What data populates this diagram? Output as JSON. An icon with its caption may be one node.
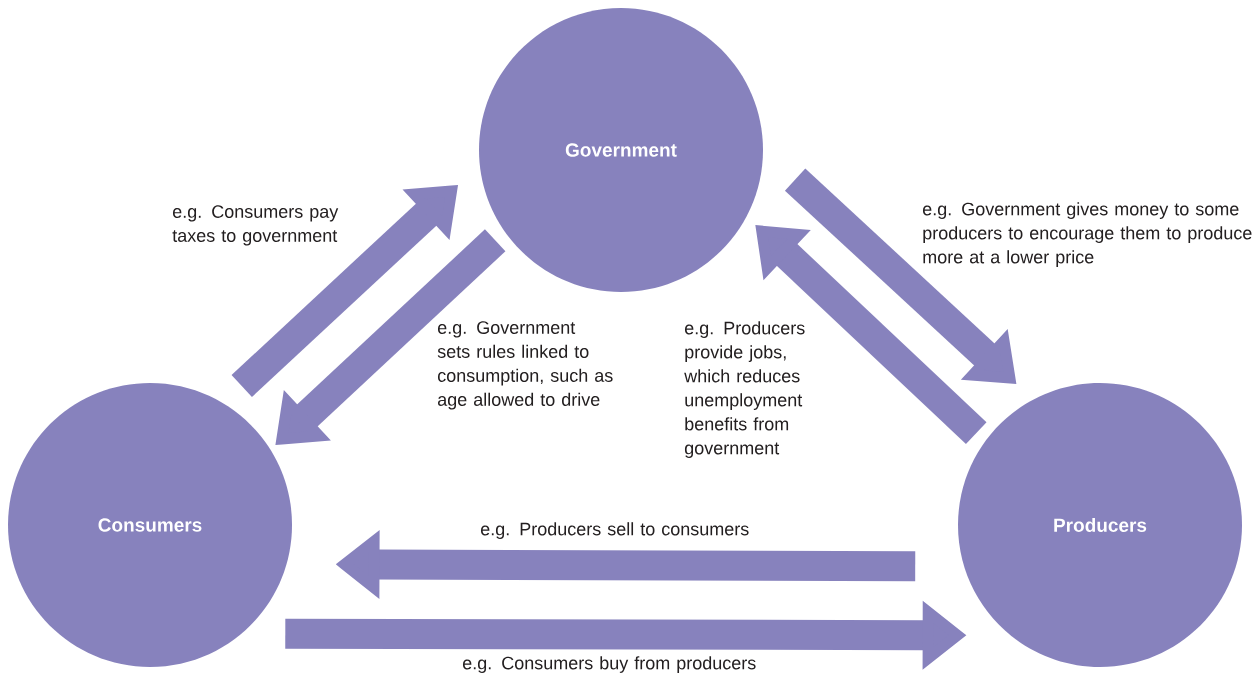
{
  "diagram": {
    "nodes": [
      {
        "text": [
          "Government"
        ]
      },
      {
        "text": [
          "Consumers"
        ]
      },
      {
        "text": [
          "Producers"
        ]
      }
    ],
    "edges": [
      {
        "from": 1,
        "to": 0,
        "arrow": "to",
        "label": "e.g. Consumers pay taxes to government"
      },
      {
        "from": 0,
        "to": 1,
        "arrow": "to",
        "label": "e.g. Government sets rules linked to consumption, such as age allowed to drive"
      },
      {
        "from": 0,
        "to": 2,
        "arrow": "to",
        "label": "e.g. Government gives money to some producers to encourage them to produce more at a lower price"
      },
      {
        "from": 2,
        "to": 0,
        "arrow": "to",
        "label": "e.g. Producers provide jobs, which reduces unemployment benefits from government"
      },
      {
        "from": 2,
        "to": 1,
        "arrow": "to",
        "label": "e.g. Producers sell to consumers"
      },
      {
        "from": 1,
        "to": 2,
        "arrow": "to",
        "label": "e.g. Consumers buy from producers"
      }
    ]
  }
}
